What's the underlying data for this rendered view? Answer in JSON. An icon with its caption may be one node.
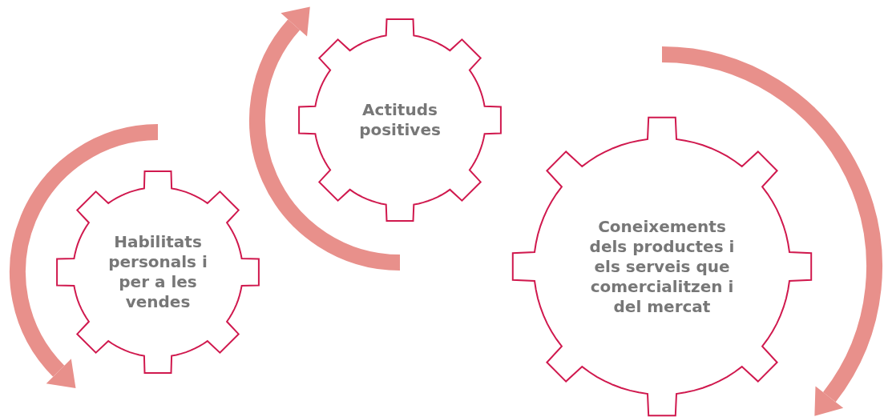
{
  "diagram": {
    "nodes": [
      {
        "text": [
          "Actituds positives"
        ]
      },
      {
        "text": [
          "Habilitats personals i per a les vendes"
        ]
      },
      {
        "text": [
          "Coneixements dels productes i els serveis que comercialitzen i del mercat"
        ]
      }
    ]
  }
}
